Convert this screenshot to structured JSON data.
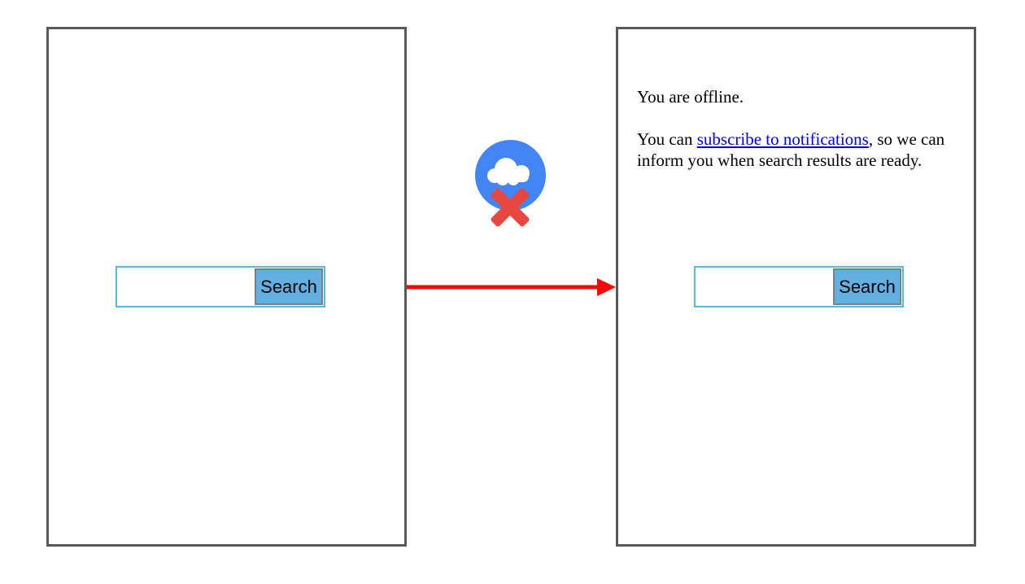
{
  "left_frame": {
    "search": {
      "input_value": "",
      "button_label": "Search"
    }
  },
  "right_frame": {
    "message": {
      "line1": "You are offline.",
      "line2_prefix": "You can ",
      "link_text": "subscribe to notifications",
      "line2_suffix": ", so we can inform you when search results are ready."
    },
    "search": {
      "input_value": "",
      "button_label": "Search"
    }
  },
  "icons": {
    "offline_icon": "cloud-with-red-x",
    "arrow_icon": "red-right-arrow"
  },
  "colors": {
    "frame_border": "#58595b",
    "input_border": "#52c0d3",
    "button_fill": "#62b0e2",
    "button_border": "#7f8084",
    "arrow_red": "#fb0505",
    "icon_circle_blue": "#4285f4",
    "icon_cloud_white": "#ffffff",
    "icon_x_red": "#e8473f",
    "link_blue": "#0000ee",
    "text_black": "#000000"
  }
}
